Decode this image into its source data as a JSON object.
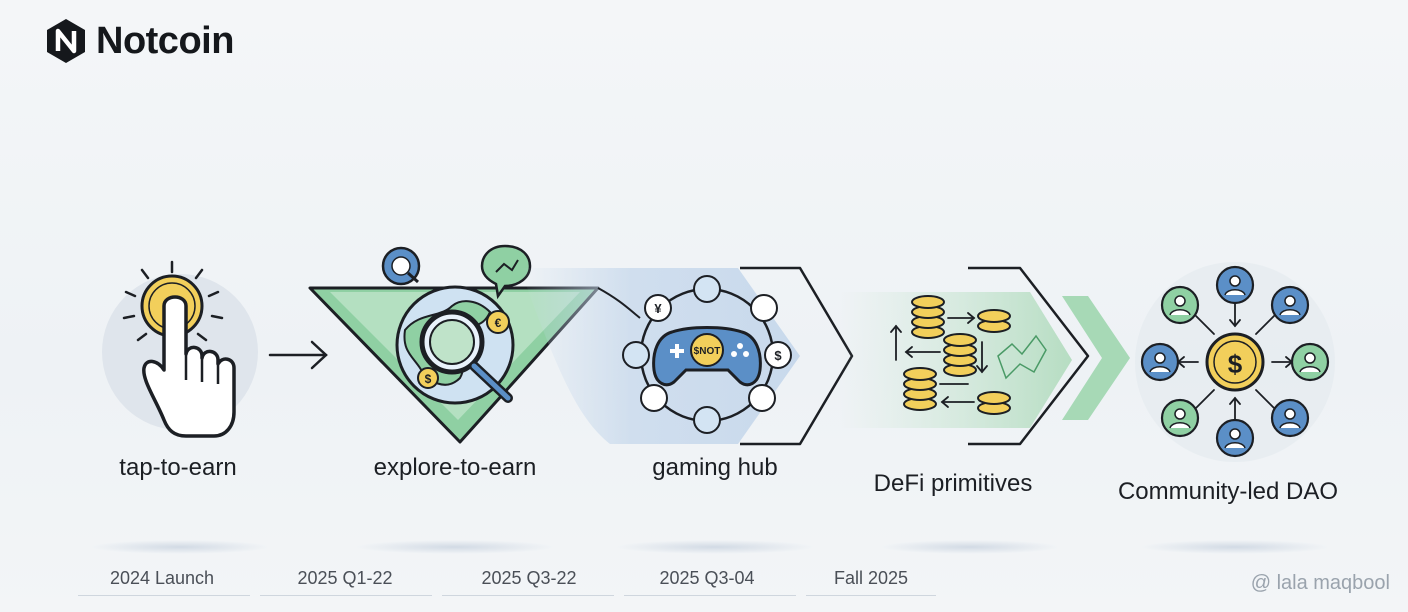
{
  "brand": {
    "name": "Notcoin"
  },
  "steps": [
    {
      "label": "tap-to-earn",
      "date": "2024 Launch"
    },
    {
      "label": "explore-to-earn",
      "date": "2025 Q1-22"
    },
    {
      "label": "gaming hub",
      "date": "2025 Q3-22"
    },
    {
      "label": "DeFi primitives",
      "date": "2025 Q3-04"
    },
    {
      "label": "Community-led DAO",
      "date": "Fall 2025"
    }
  ],
  "gamepad_badge": "$NOT",
  "watermark": "@ lala maqbool",
  "colors": {
    "gold": "#f2cf5b",
    "green": "#7cc494",
    "blue": "#5b8fc7",
    "ink": "#1c1f24"
  }
}
